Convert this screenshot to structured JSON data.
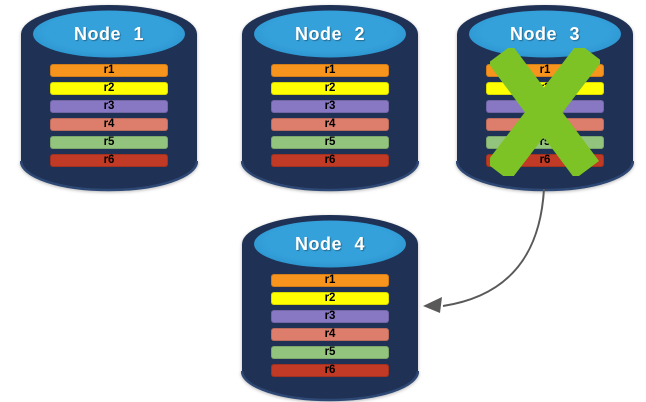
{
  "palette": {
    "cylinder_body": "#1F3154",
    "cylinder_rim_highlight": "#2E4875",
    "cylinder_top_light": "#35A1DB",
    "cylinder_top_dark": "#1F86C2",
    "title_text": "#FFFFFF",
    "row_text": "#000000",
    "fail_x": "#7EC325",
    "arrow": "#595959"
  },
  "nodes": [
    {
      "title": "Node 1",
      "failed": false,
      "rows": [
        {
          "label": "r1",
          "color": "#F7941E"
        },
        {
          "label": "r2",
          "color": "#FFFF00"
        },
        {
          "label": "r3",
          "color": "#8878C4"
        },
        {
          "label": "r4",
          "color": "#DC7E6B"
        },
        {
          "label": "r5",
          "color": "#93C47D"
        },
        {
          "label": "r6",
          "color": "#C03A25"
        }
      ]
    },
    {
      "title": "Node 2",
      "failed": false,
      "rows": [
        {
          "label": "r1",
          "color": "#F7941E"
        },
        {
          "label": "r2",
          "color": "#FFFF00"
        },
        {
          "label": "r3",
          "color": "#8878C4"
        },
        {
          "label": "r4",
          "color": "#DC7E6B"
        },
        {
          "label": "r5",
          "color": "#93C47D"
        },
        {
          "label": "r6",
          "color": "#C03A25"
        }
      ]
    },
    {
      "title": "Node 3",
      "failed": true,
      "rows": [
        {
          "label": "r1",
          "color": "#F7941E"
        },
        {
          "label": "r2",
          "color": "#FFFF00"
        },
        {
          "label": "r3",
          "color": "#8878C4"
        },
        {
          "label": "r4",
          "color": "#DC7E6B"
        },
        {
          "label": "r5",
          "color": "#93C47D"
        },
        {
          "label": "r6",
          "color": "#C03A25"
        }
      ]
    },
    {
      "title": "Node 4",
      "failed": false,
      "rows": [
        {
          "label": "r1",
          "color": "#F7941E"
        },
        {
          "label": "r2",
          "color": "#FFFF00"
        },
        {
          "label": "r3",
          "color": "#8878C4"
        },
        {
          "label": "r4",
          "color": "#DC7E6B"
        },
        {
          "label": "r5",
          "color": "#93C47D"
        },
        {
          "label": "r6",
          "color": "#C03A25"
        }
      ]
    }
  ],
  "arrow": {
    "from": "Node 3",
    "to": "Node 4",
    "color": "#595959"
  }
}
